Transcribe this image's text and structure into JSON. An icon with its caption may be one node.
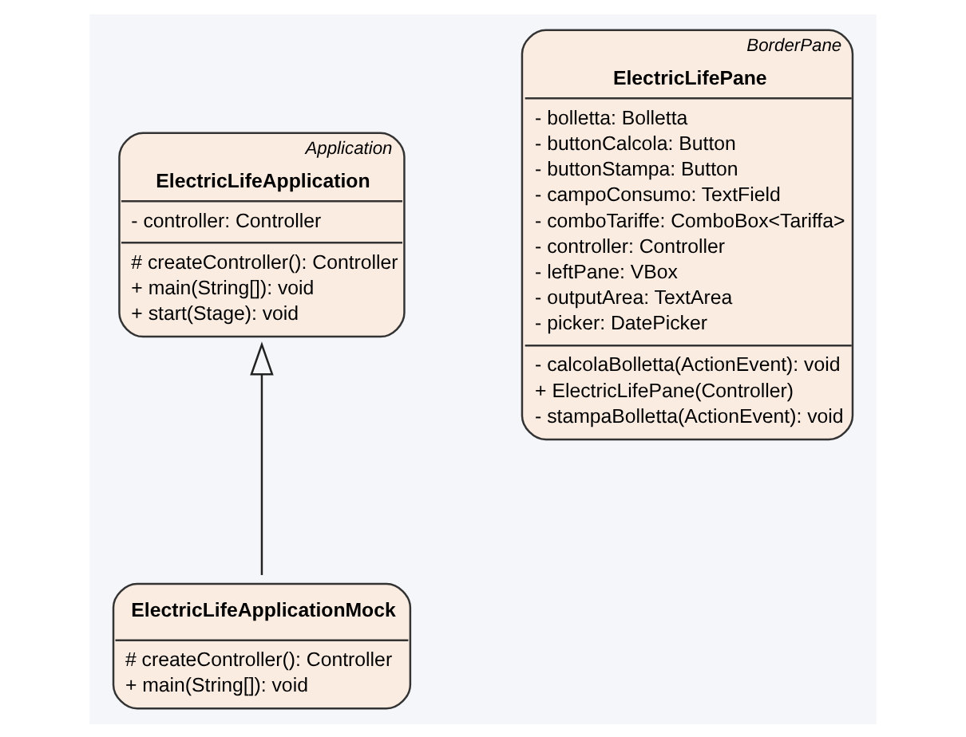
{
  "diagram": {
    "nodes": [
      {
        "text": [
          "Application",
          "ElectricLifeApplication",
          "- controller: Controller",
          "# createController(): Controller",
          "+ main(String[]): void",
          "+ start(Stage): void"
        ]
      },
      {
        "text": [
          "BorderPane",
          "ElectricLifePane",
          "- bolletta: Bolletta",
          "- buttonCalcola: Button",
          "- buttonStampa: Button",
          "- campoConsumo: TextField",
          "- comboTariffe: ComboBox<Tariffa>",
          "- controller: Controller",
          "- leftPane: VBox",
          "- outputArea: TextArea",
          "- picker: DatePicker",
          "- calcolaBolletta(ActionEvent): void",
          "+ ElectricLifePane(Controller)",
          "- stampaBolletta(ActionEvent): void"
        ]
      },
      {
        "text": [
          "ElectricLifeApplicationMock",
          "# createController(): Controller",
          "+ main(String[]): void"
        ]
      }
    ],
    "edges": [
      {
        "from": 2,
        "to": 0,
        "arrow": "to"
      }
    ]
  }
}
